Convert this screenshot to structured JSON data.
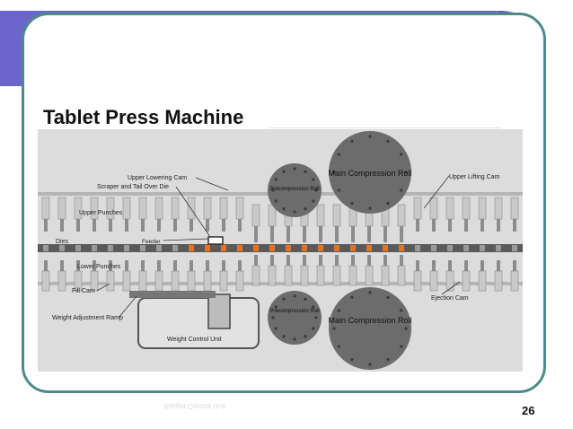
{
  "slide": {
    "title": "Tablet Press Machine",
    "page_number": "26"
  },
  "diagram": {
    "labels": {
      "upper_lowering_cam": "Upper  Lowering Cam",
      "scraper": "Scraper and Tail Over Die",
      "upper_punches": "Upper Punches",
      "feeder": "Feeder",
      "dies": "Dies",
      "lower_punches": "Lower Punches",
      "fill_cam": "Fill Cam",
      "weight_adjustment_ramp": "Weight Adjustment Ramp",
      "weight_control_unit": "Weight Control Unit",
      "precompression_roll_top": "Precompression Roll",
      "main_compression_roll_top": "Main Compression Roll",
      "upper_lifting_cam": "Upper Lifting Cam",
      "precompression_roll_bottom": "Precompression Roll",
      "main_compression_roll_bottom": "Main Compression Roll",
      "ejection_cam": "Ejection Cam"
    },
    "reflection_text": "Weight Control Unit",
    "colors": {
      "background": "#dcdcdc",
      "machine": "#b5b5b5",
      "punch": "#c9c9c9",
      "punch_dark": "#8c8c8c",
      "roll": "#6c6c6c",
      "die_band": "#5a5a5a",
      "granule": "#e8731e",
      "header": "#6a66cc",
      "frame": "#4f8a8b"
    },
    "punch_count": 30,
    "filled_dies": 14
  }
}
